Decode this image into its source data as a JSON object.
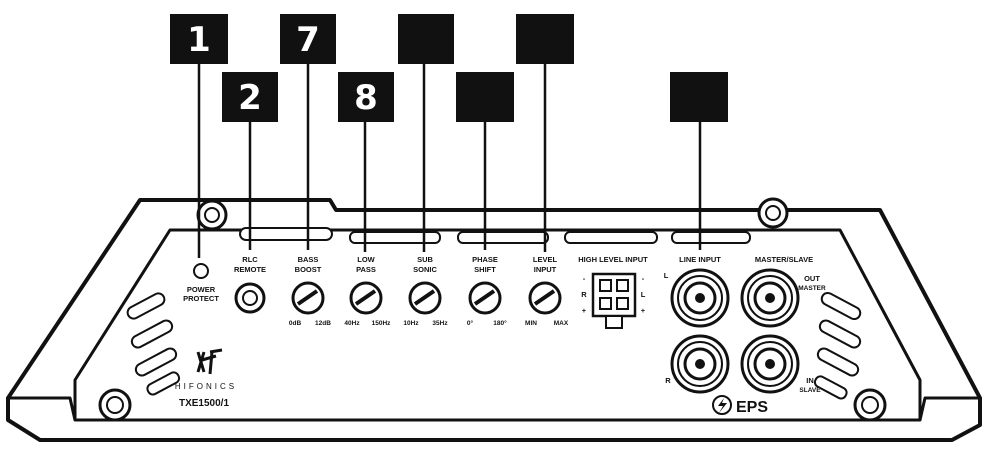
{
  "callouts": [
    {
      "id": "c1",
      "number": "1"
    },
    {
      "id": "c2",
      "number": "2"
    },
    {
      "id": "c7",
      "number": "7"
    },
    {
      "id": "c8",
      "number": "8"
    },
    {
      "id": "c-sub",
      "number": ""
    },
    {
      "id": "c-phase",
      "number": ""
    },
    {
      "id": "c-level",
      "number": ""
    },
    {
      "id": "c-line",
      "number": ""
    }
  ],
  "panel": {
    "power_label_1": "POWER",
    "power_label_2": "PROTECT",
    "rlc_1": "RLC",
    "rlc_2": "REMOTE",
    "bass_1": "BASS",
    "bass_2": "BOOST",
    "bass_min": "0dB",
    "bass_max": "12dB",
    "low_1": "LOW",
    "low_2": "PASS",
    "low_min": "40Hz",
    "low_max": "150Hz",
    "sub_1": "SUB",
    "sub_2": "SONIC",
    "sub_min": "10Hz",
    "sub_max": "35Hz",
    "phase_1": "PHASE",
    "phase_2": "SHIFT",
    "phase_min": "0°",
    "phase_max": "180°",
    "level_1": "LEVEL",
    "level_2": "INPUT",
    "level_min": "MIN",
    "level_max": "MAX",
    "high_level": "HIGH LEVEL INPUT",
    "hl_minus": "-",
    "hl_r": "R",
    "hl_plus": "+",
    "hl_minus2": "-",
    "hl_l": "L",
    "hl_plus2": "+",
    "line_input": "LINE INPUT",
    "master_slave": "MASTER/SLAVE",
    "line_l": "L",
    "line_r": "R",
    "out": "OUT",
    "master": "MASTER",
    "in": "IN",
    "slave": "SLAVE",
    "eps": "EPS",
    "brand": "HIFONICS",
    "model": "TXE1500/1"
  }
}
